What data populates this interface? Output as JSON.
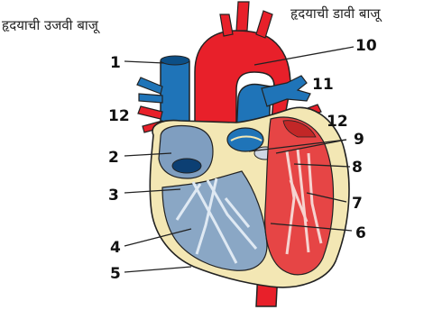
{
  "side_labels": {
    "left": "हृदयाची उजवी बाजू",
    "right": "हृदयाची डावी बाजू"
  },
  "callouts": [
    "1",
    "2",
    "3",
    "4",
    "5",
    "6",
    "7",
    "8",
    "9",
    "10",
    "11",
    "12",
    "12"
  ],
  "colors": {
    "artery": "#e8202a",
    "vein": "#1f74b8",
    "wall": "#f3e7b4",
    "right_chamber": "#8aa7c5",
    "left_chamber": "#e64545",
    "outline": "#222222"
  }
}
